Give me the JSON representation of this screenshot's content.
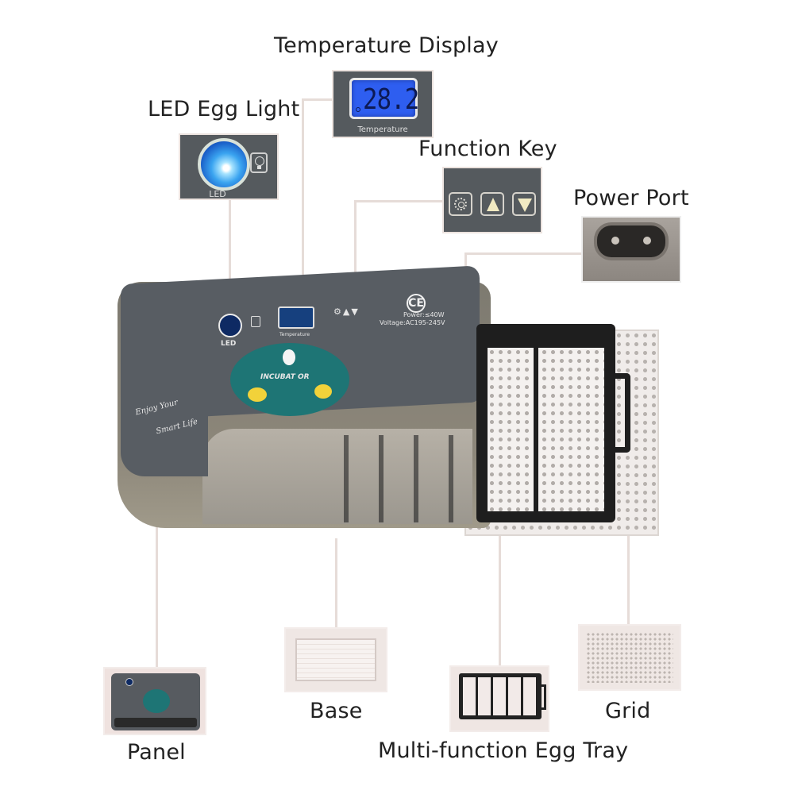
{
  "diagram": {
    "subject": "Egg incubator parts overview",
    "labels": {
      "temperature_display": "Temperature Display",
      "led_egg_light": "LED Egg Light",
      "function_key": "Function Key",
      "power_port": "Power Port",
      "panel": "Panel",
      "base": "Base",
      "multi_function_egg_tray": "Multi-function Egg Tray",
      "grid": "Grid"
    },
    "callouts": {
      "temperature_display": {
        "reading": "28.2",
        "caption": "Temperature",
        "lcd_color": "#2e5ef0"
      },
      "led_egg_light": {
        "caption": "LED",
        "icon": "light-bulb-icon"
      },
      "function_key": {
        "keys": [
          "gear-icon",
          "arrow-up-icon",
          "arrow-down-icon"
        ]
      },
      "power_port": {
        "icon": "c7-socket-icon"
      }
    },
    "device_panel": {
      "led_caption": "LED",
      "temperature_caption": "Temperature",
      "logo_text": "INCUBAT OR",
      "certification": "CE",
      "power_spec": "Power:≤40W",
      "voltage_spec": "Voltage:AC195-245V",
      "slogan_line1": "Enjoy Your",
      "slogan_line2": "Smart Life"
    },
    "colors": {
      "panel": "#585d63",
      "logo_teal": "#1e7575",
      "leader_line": "#e6dcd8",
      "egg_yellow": "#f2d23a"
    }
  }
}
